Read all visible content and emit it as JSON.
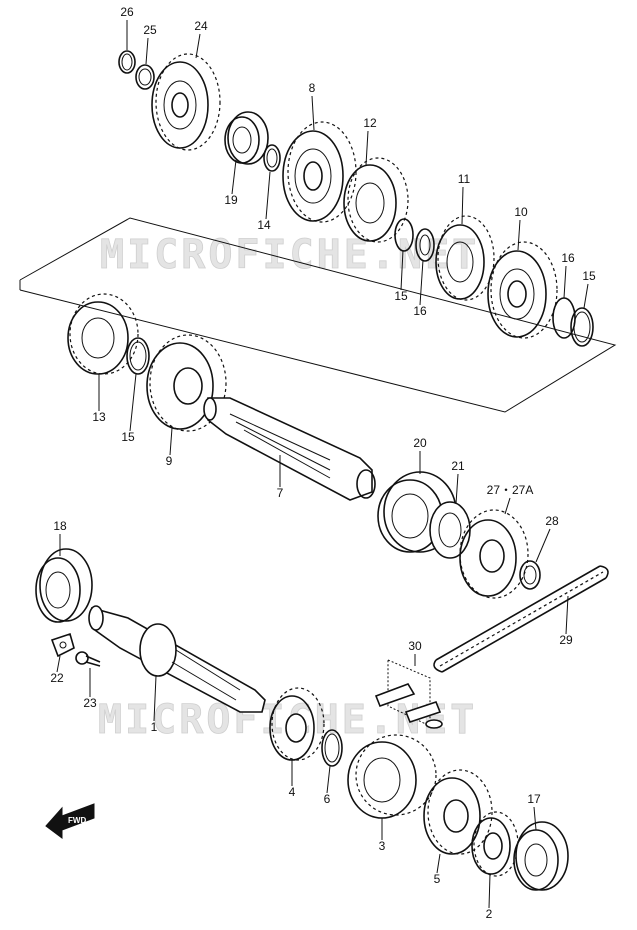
{
  "watermark": {
    "text": "MICROFICHE.NET"
  },
  "direction_badge": {
    "text": "FWD"
  },
  "parts": [
    {
      "key": "p26",
      "label": "26"
    },
    {
      "key": "p25",
      "label": "25"
    },
    {
      "key": "p24",
      "label": "24"
    },
    {
      "key": "p8",
      "label": "8"
    },
    {
      "key": "p12",
      "label": "12"
    },
    {
      "key": "p19",
      "label": "19"
    },
    {
      "key": "p14",
      "label": "14"
    },
    {
      "key": "p11",
      "label": "11"
    },
    {
      "key": "p10",
      "label": "10"
    },
    {
      "key": "p16a",
      "label": "16"
    },
    {
      "key": "p15a",
      "label": "15"
    },
    {
      "key": "p15b",
      "label": "15"
    },
    {
      "key": "p16b",
      "label": "16"
    },
    {
      "key": "p13",
      "label": "13"
    },
    {
      "key": "p15c",
      "label": "15"
    },
    {
      "key": "p9",
      "label": "9"
    },
    {
      "key": "p7",
      "label": "7"
    },
    {
      "key": "p20",
      "label": "20"
    },
    {
      "key": "p21",
      "label": "21"
    },
    {
      "key": "p27",
      "label": "27・27A"
    },
    {
      "key": "p28",
      "label": "28"
    },
    {
      "key": "p29",
      "label": "29"
    },
    {
      "key": "p18",
      "label": "18"
    },
    {
      "key": "p22",
      "label": "22"
    },
    {
      "key": "p23",
      "label": "23"
    },
    {
      "key": "p1",
      "label": "1"
    },
    {
      "key": "p30",
      "label": "30"
    },
    {
      "key": "p4",
      "label": "4"
    },
    {
      "key": "p6",
      "label": "6"
    },
    {
      "key": "p3",
      "label": "3"
    },
    {
      "key": "p5",
      "label": "5"
    },
    {
      "key": "p17",
      "label": "17"
    },
    {
      "key": "p2",
      "label": "2"
    }
  ]
}
